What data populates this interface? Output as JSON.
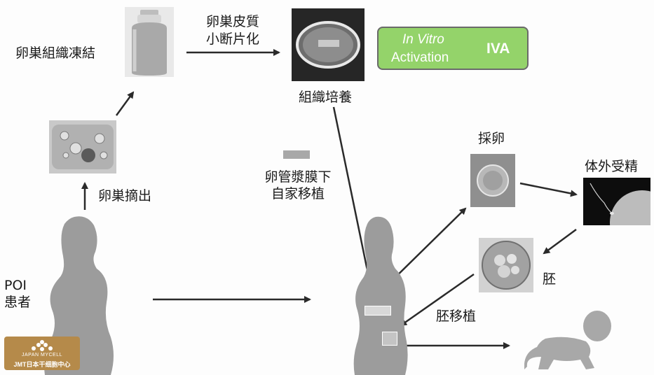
{
  "labels": {
    "freeze": "卵巣組織凍結",
    "cortex_line1": "卵巣皮質",
    "cortex_line2": "小断片化",
    "culture": "組織培養",
    "retrieval": "卵巣摘出",
    "transplant_line1": "卵管漿膜下",
    "transplant_line2": "自家移植",
    "egg_retrieval": "採卵",
    "ivf": "体外受精",
    "embryo": "胚",
    "embryo_transfer": "胚移植",
    "patient_line1": "POI",
    "patient_line2": "患者"
  },
  "iva_box": {
    "line1": "In Vitro",
    "line2": "Activation",
    "abbr": "IVA",
    "color": "#94d36a"
  },
  "logo": {
    "brand": "JAPAN MYCELL",
    "name": "JMT日本干细胞中心",
    "color": "#b58a4a"
  },
  "icons": [
    "cryo-tank-icon",
    "petri-dish-icon",
    "ovary-section-icon",
    "oocyte-icon",
    "sperm-egg-icon",
    "blastocyst-icon",
    "woman-silhouette-icon",
    "baby-silhouette-icon"
  ]
}
